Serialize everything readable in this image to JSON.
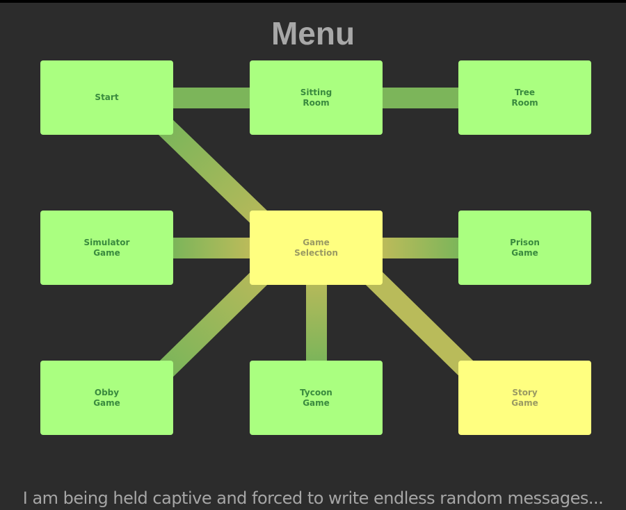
{
  "title": "Menu",
  "footer_text": "I am being held captive and forced to write endless random messages...",
  "colors": {
    "background": "#2c2c2c",
    "node_green": "#aaff80",
    "node_yellow": "#ffff80",
    "connector_green": "#7cb55a",
    "connector_yellow": "#b9bb5a",
    "title": "#a8a8a8"
  },
  "nodes": {
    "start": {
      "label": "Start",
      "state": "green"
    },
    "sitting_room": {
      "label": "Sitting\nRoom",
      "state": "green"
    },
    "tree_room": {
      "label": "Tree\nRoom",
      "state": "green"
    },
    "simulator_game": {
      "label": "Simulator\nGame",
      "state": "green"
    },
    "game_selection": {
      "label": "Game\nSelection",
      "state": "yellow"
    },
    "prison_game": {
      "label": "Prison\nGame",
      "state": "green"
    },
    "obby_game": {
      "label": "Obby\nGame",
      "state": "green"
    },
    "tycoon_game": {
      "label": "Tycoon\nGame",
      "state": "green"
    },
    "story_game": {
      "label": "Story\nGame",
      "state": "yellow"
    }
  }
}
